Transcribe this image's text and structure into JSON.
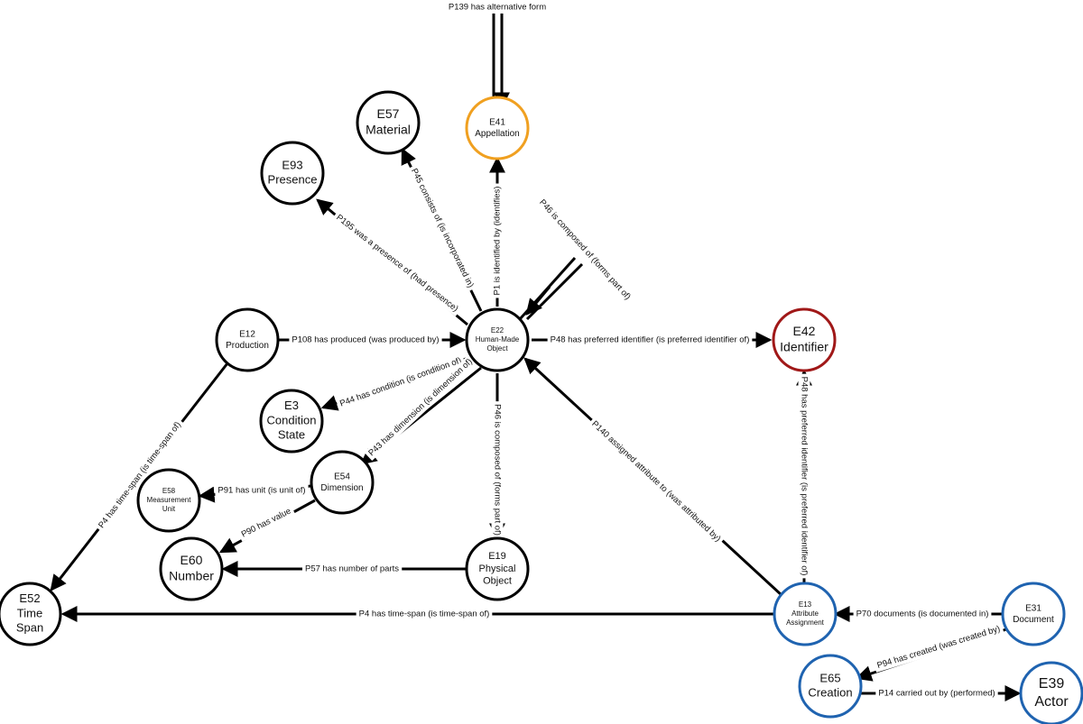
{
  "colors": {
    "default": "#000000",
    "appellation": "#f0a020",
    "identifier": "#a01818",
    "blue": "#1f63b0"
  },
  "nodes": [
    {
      "id": "E41",
      "lines": [
        "E41",
        "Appellation"
      ],
      "color": "appellation"
    },
    {
      "id": "E57",
      "lines": [
        "E57",
        "Material"
      ],
      "color": "default"
    },
    {
      "id": "E93",
      "lines": [
        "E93",
        "Presence"
      ],
      "color": "default"
    },
    {
      "id": "E22",
      "lines": [
        "E22",
        "Human-Made",
        "Object"
      ],
      "color": "default"
    },
    {
      "id": "E12",
      "lines": [
        "E12",
        "Production"
      ],
      "color": "default"
    },
    {
      "id": "E42",
      "lines": [
        "E42",
        "Identifier"
      ],
      "color": "identifier"
    },
    {
      "id": "E3",
      "lines": [
        "E3",
        "Condition",
        "State"
      ],
      "color": "default"
    },
    {
      "id": "E54",
      "lines": [
        "E54",
        "Dimension"
      ],
      "color": "default"
    },
    {
      "id": "E58",
      "lines": [
        "E58",
        "Measurement",
        "Unit"
      ],
      "color": "default"
    },
    {
      "id": "E60",
      "lines": [
        "E60",
        "Number"
      ],
      "color": "default"
    },
    {
      "id": "E19",
      "lines": [
        "E19",
        "Physical",
        "Object"
      ],
      "color": "default"
    },
    {
      "id": "E52",
      "lines": [
        "E52",
        "Time",
        "Span"
      ],
      "color": "default"
    },
    {
      "id": "E13",
      "lines": [
        "E13",
        "Attribute",
        "Assignment"
      ],
      "color": "blue"
    },
    {
      "id": "E31",
      "lines": [
        "E31",
        "Document"
      ],
      "color": "blue"
    },
    {
      "id": "E65",
      "lines": [
        "E65",
        "Creation"
      ],
      "color": "blue"
    },
    {
      "id": "E39",
      "lines": [
        "E39",
        "Actor"
      ],
      "color": "blue"
    }
  ],
  "edges": [
    {
      "id": "p139",
      "label": "P139 has alternative form"
    },
    {
      "id": "p1",
      "label": "P1 is identified by (identifies)"
    },
    {
      "id": "p45",
      "label": "P45 consists of (is incorporated in)"
    },
    {
      "id": "p195",
      "label": "P195 was a presence of (had presence)"
    },
    {
      "id": "p46self",
      "label": "P46 is composed of (forms part of)"
    },
    {
      "id": "p108",
      "label": "P108 has produced (was produced by)"
    },
    {
      "id": "p48a",
      "label": "P48 has preferred identifier (is preferred identifier of)"
    },
    {
      "id": "p44",
      "label": "P44 has condition (is condition of)"
    },
    {
      "id": "p43",
      "label": "P43 has dimension (is dimension of)"
    },
    {
      "id": "p46",
      "label": "P46 is composed of (forms part of)"
    },
    {
      "id": "p140",
      "label": "P140 assigned attribute to (was attributed by)"
    },
    {
      "id": "p48b",
      "label": "P48 has preferred identifier (is preferred identifier of)"
    },
    {
      "id": "p91",
      "label": "P91 has unit (is unit of)"
    },
    {
      "id": "p90",
      "label": "P90 has value"
    },
    {
      "id": "p57",
      "label": "P57 has number of parts"
    },
    {
      "id": "p4a",
      "label": "P4 has time-span (is time-span of)"
    },
    {
      "id": "p4b",
      "label": "P4 has time-span (is time-span of)"
    },
    {
      "id": "p70",
      "label": "P70 documents (is documented in)"
    },
    {
      "id": "p94",
      "label": "P94 has created (was created by)"
    },
    {
      "id": "p14",
      "label": "P14 carried out by (performed)"
    }
  ]
}
